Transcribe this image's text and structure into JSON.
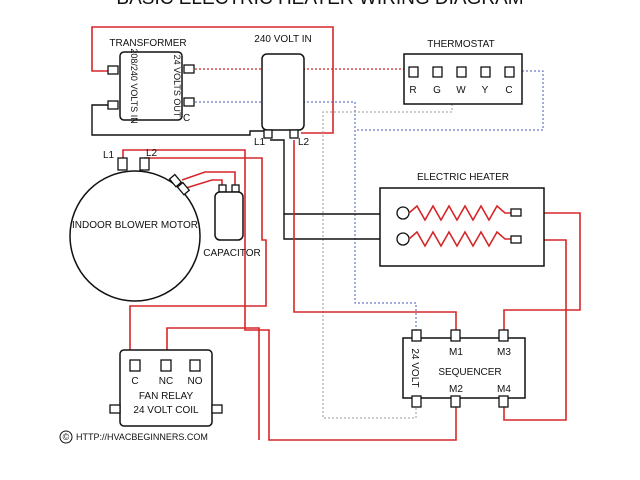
{
  "title": "BASIC ELECTRIC HEATER WIRING DIAGRAM",
  "colors": {
    "line_voltage_wire": "#d62728",
    "neutral_wire": "#111111",
    "control_wire_c": "#4a5ab8",
    "control_wire_w": "#9a9a9a",
    "control_wire_r": "#d62728"
  },
  "transformer": {
    "label": "TRANSFORMER",
    "in_label": "208/240 VOLTS IN",
    "out_label": "24 VOLTS OUT",
    "c_label": "C"
  },
  "volt_in": {
    "label": "240 VOLT IN",
    "l1": "L1",
    "l2": "L2"
  },
  "thermostat": {
    "label": "THERMOSTAT",
    "terminals": [
      "R",
      "G",
      "W",
      "Y",
      "C"
    ]
  },
  "electric_heater": {
    "label": "ELECTRIC HEATER"
  },
  "blower_motor": {
    "label": "INDOOR BLOWER MOTOR",
    "l1": "L1",
    "l2": "L2"
  },
  "capacitor": {
    "label": "CAPACITOR"
  },
  "sequencer": {
    "label": "SEQUENCER",
    "volt_label": "24 VOLT",
    "m1": "M1",
    "m2": "M2",
    "m3": "M3",
    "m4": "M4"
  },
  "fan_relay": {
    "label_line1": "FAN RELAY",
    "label_line2": "24 VOLT COIL",
    "terminals": [
      "C",
      "NC",
      "NO"
    ]
  },
  "footer": {
    "copyright_icon": "©",
    "url": "HTTP://HVACBEGINNERS.COM"
  }
}
